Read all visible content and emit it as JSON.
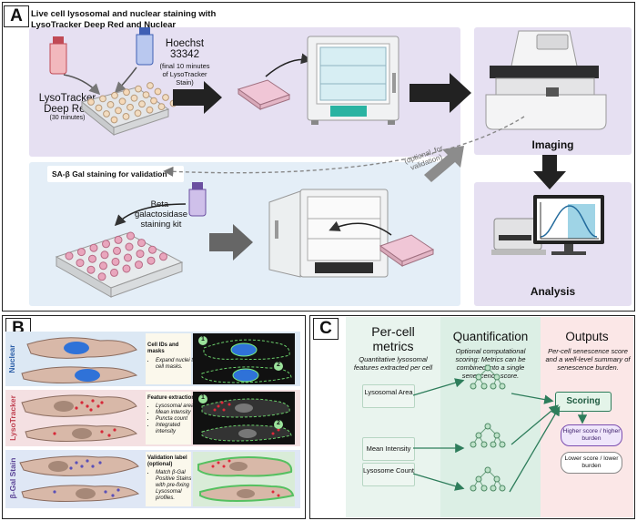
{
  "panel_a": {
    "label": "A",
    "header": "Live cell lysosomal and nuclear staining with LysoTracker Deep Red and Nuclear",
    "lysotracker_name": "LysoTracker Deep Red",
    "lysotracker_time": "(30 minutes)",
    "hoechst_name": "Hoechst 33342",
    "hoechst_note": "(final 10 minutes of LysoTracker Stain)",
    "imaging_label": "Imaging",
    "analysis_label": "Analysis",
    "optional_label": "(optional, for validation)",
    "sabgal_header": "SA-β Gal staining for validation",
    "kit_label": "Beta-galactosidase staining kit"
  },
  "panel_b": {
    "label": "B",
    "rows": [
      {
        "name": "Nuclear",
        "title": "Cell IDs and masks",
        "bullets": [
          "Expand nuclei to cell masks."
        ]
      },
      {
        "name": "LysoTracker",
        "title": "Feature extraction",
        "bullets": [
          "Lysosomal area",
          "Mean intensity",
          "Puncta count",
          "Integrated intensity"
        ]
      },
      {
        "name": "β-Gal Stain",
        "title": "Validation label (optional)",
        "bullets": [
          "Match β-Gal Positive Stains with pre-fixing Lysosomal profiles."
        ]
      }
    ],
    "markers": [
      "1",
      "2",
      "1",
      "2"
    ]
  },
  "panel_c": {
    "label": "C",
    "col1_title": "Per-cell metrics",
    "col1_sub": "Quantitative lysosomal features extracted per cell",
    "col2_title": "Quantification",
    "col2_sub": "Optional computational scoring: Metrics can be combined into a single senescence score.",
    "col3_title": "Outputs",
    "col3_sub": "Per-cell senescence score and a well-level summary of senescence burden.",
    "metrics": [
      "Lysosomal Area",
      "Mean Intensity",
      "Lysosome Count"
    ],
    "scoring_label": "Scoring",
    "high_label": "Higher score / higher burden",
    "low_label": "Lower score / lower burden",
    "colors": {
      "col1": "#e6f3ec",
      "col2": "#dff0e8",
      "col3": "#fae6e6",
      "accent": "#2e7d5b",
      "purple": "#7b4db0"
    }
  }
}
